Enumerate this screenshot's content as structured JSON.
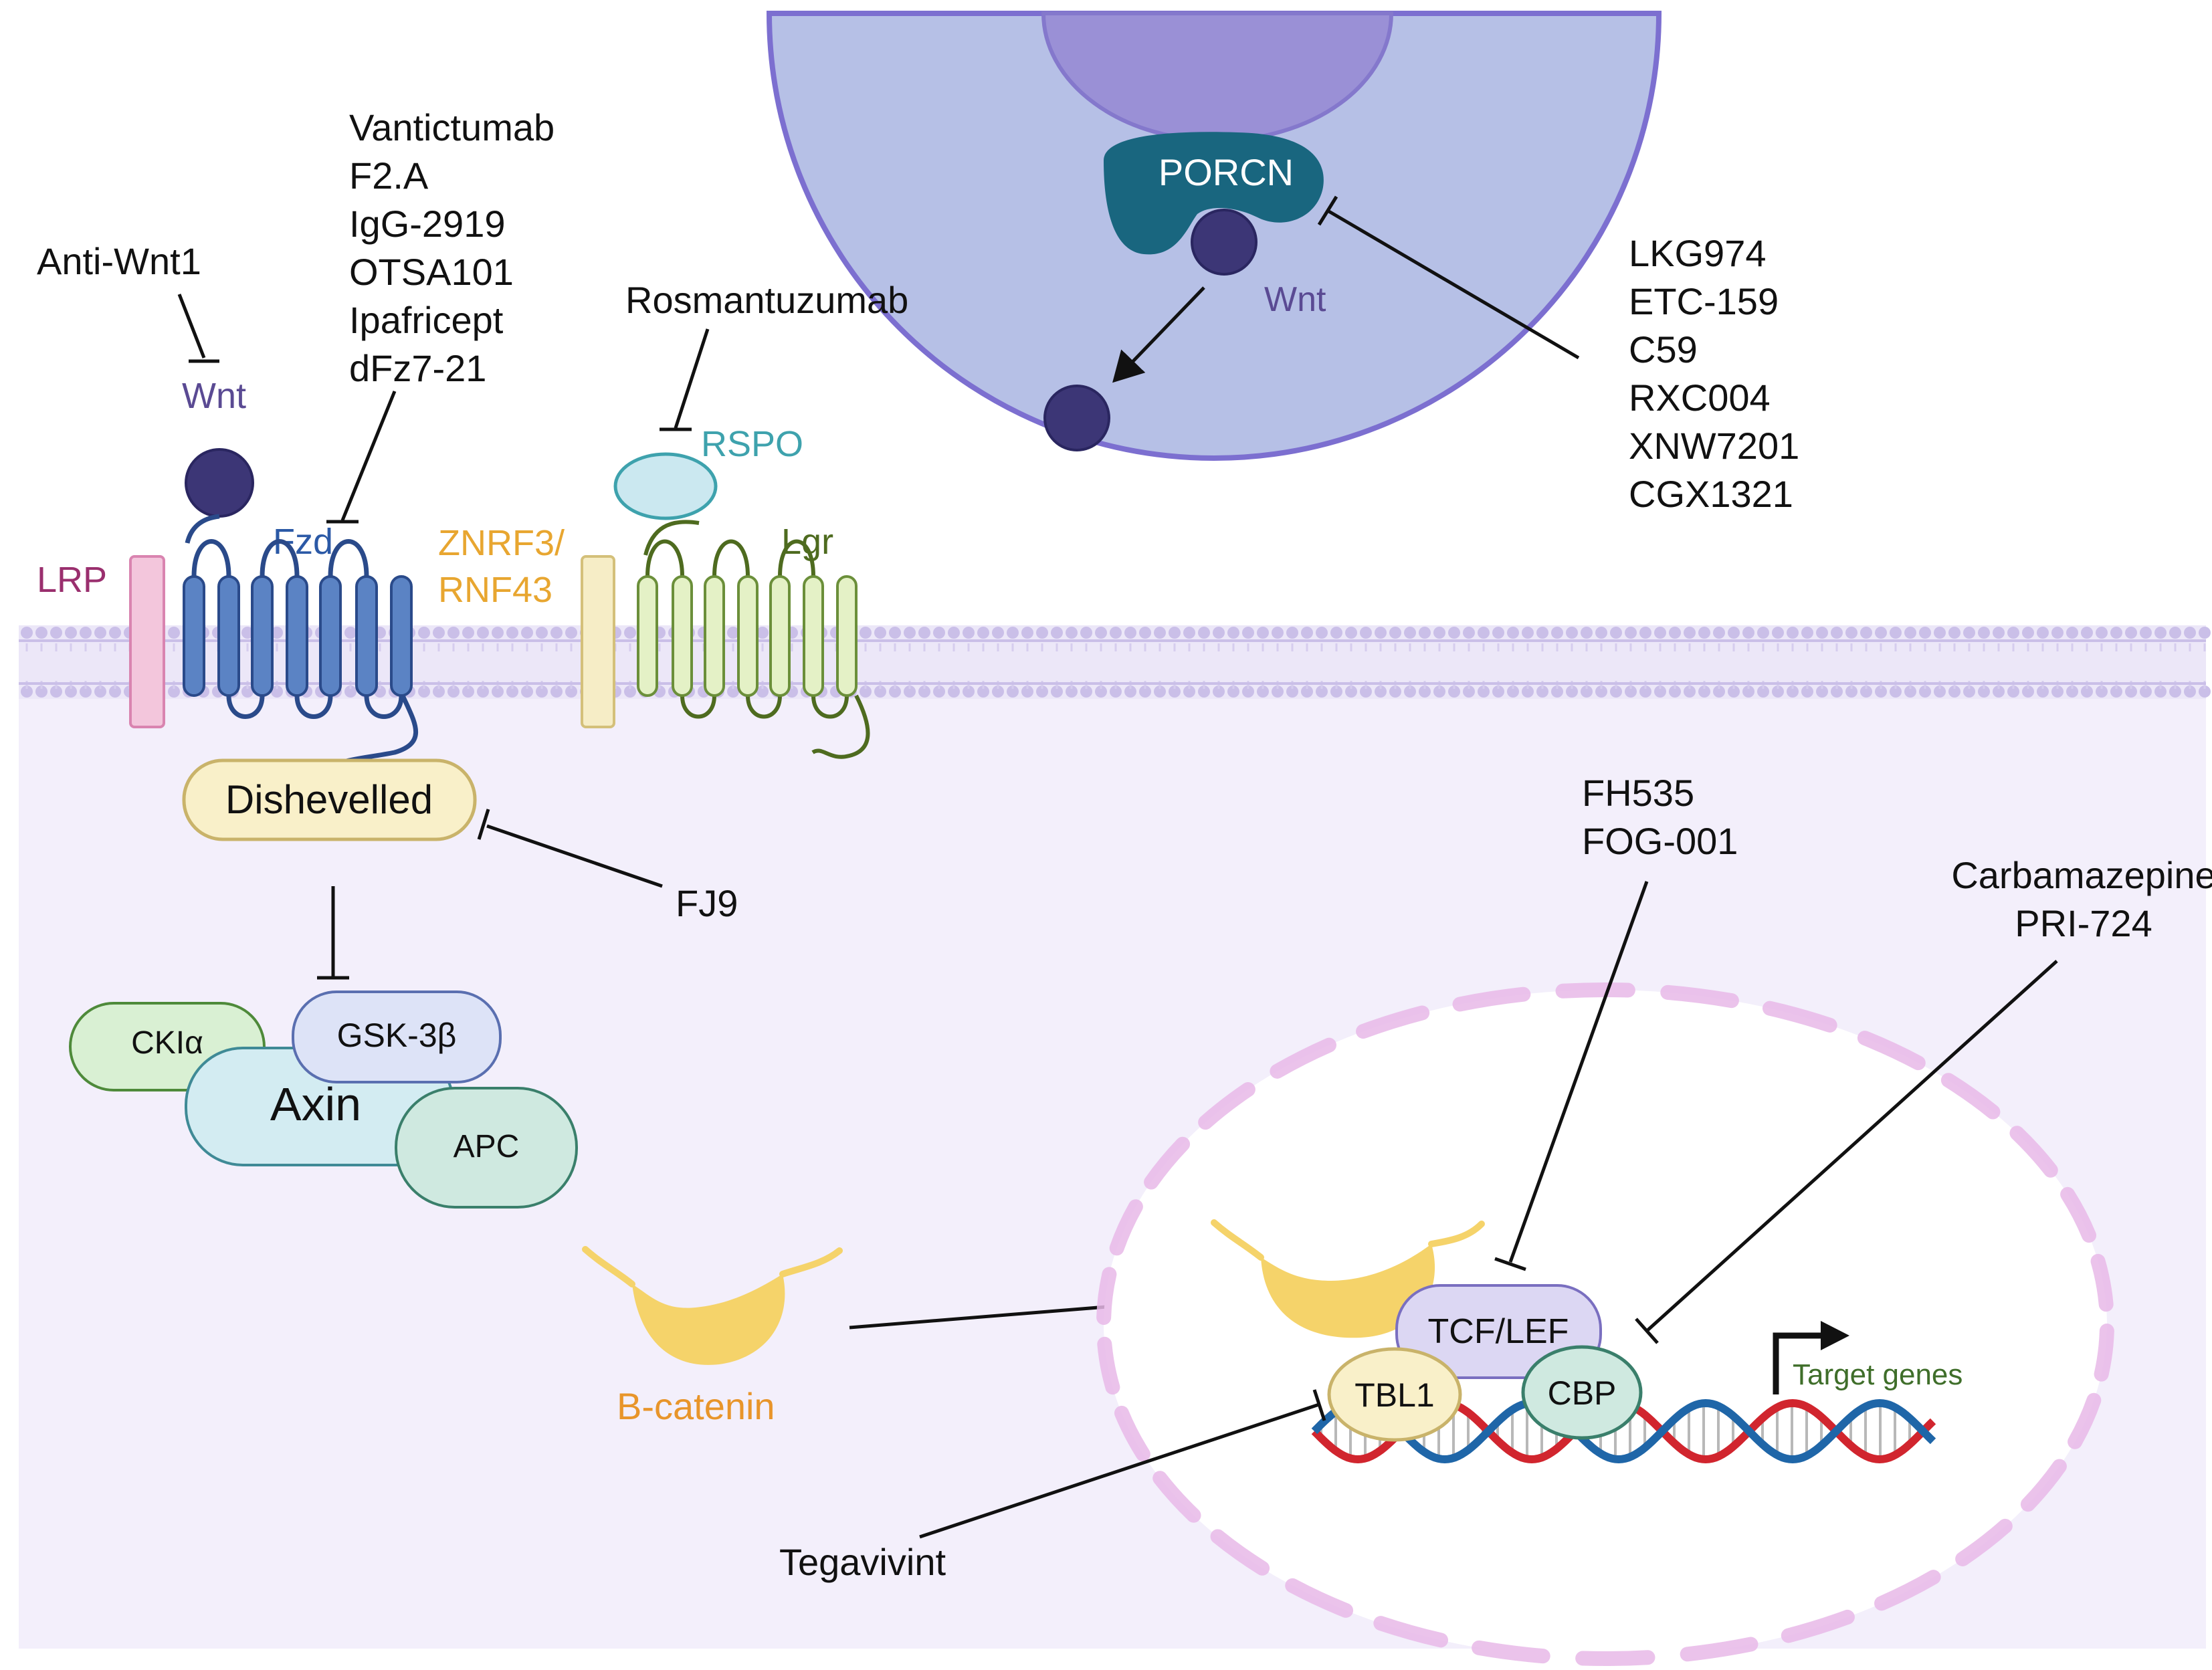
{
  "colors": {
    "wnt_text": "#5a4a93",
    "lrp_text": "#9a2f6e",
    "fzd_text": "#2b59a6",
    "znrf3_text": "#e8a630",
    "lgr_text": "#4e6b1f",
    "rspo_text": "#3ea2ad",
    "bcatenin_text": "#e8952a",
    "target_text": "#3f6e2a",
    "cytoplasm": "#f2eefb",
    "membrane": "#c9bfe8",
    "cell_body": "#b5bfe4",
    "nucleus_ring": "#e8b8e8",
    "wnt_ball": "#3c3676",
    "porcn": "#19667f"
  },
  "secreting_cell": {
    "porcn_label": "PORCN",
    "wnt_label": "Wnt",
    "inhibitors": [
      "LKG974",
      "ETC-159",
      "C59",
      "RXC004",
      "XNW7201",
      "CGX1321"
    ]
  },
  "receptors": {
    "wnt_label": "Wnt",
    "anti_wnt": "Anti-Wnt1",
    "fzd_inhibitors": [
      "Vantictumab",
      "F2.A",
      "IgG-2919",
      "OTSA101",
      "Ipafricept",
      "dFz7-21"
    ],
    "lrp_label": "LRP",
    "fzd_label": "Fzd",
    "znrf3_line1": "ZNRF3/",
    "znrf3_line2": "RNF43",
    "rspo_label": "RSPO",
    "rspo_inhibitor": "Rosmantuzumab",
    "lgr_label": "Lgr"
  },
  "cytoplasm": {
    "dishevelled": "Dishevelled",
    "dvl_inhibitor": "FJ9",
    "destruction_complex": {
      "ck1a": "CKIα",
      "gsk3b": "GSK-3β",
      "axin": "Axin",
      "apc": "APC"
    },
    "bcatenin": "B-catenin"
  },
  "nucleus": {
    "tcf": "TCF/LEF",
    "tbl1": "TBL1",
    "cbp": "CBP",
    "target_genes": "Target genes",
    "tcf_inhibitors": [
      "FH535",
      "FOG-001"
    ],
    "cbp_inhibitors": [
      "Carbamazepine",
      "PRI-724"
    ],
    "tbl1_inhibitor": "Tegavivint"
  }
}
